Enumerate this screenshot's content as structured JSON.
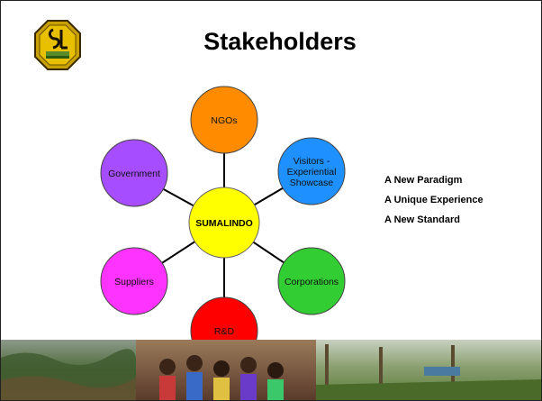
{
  "slide": {
    "title": "Stakeholders"
  },
  "diagram": {
    "center": {
      "label": "SUMALINDO",
      "color": "#ffff00"
    },
    "nodes": [
      {
        "id": "ngos",
        "lines": [
          "NGOs"
        ],
        "color": "#ff8c00"
      },
      {
        "id": "visitors",
        "lines": [
          "Visitors -",
          "Experiential",
          "Showcase"
        ],
        "color": "#1e90ff"
      },
      {
        "id": "corporations",
        "lines": [
          "Corporations"
        ],
        "color": "#32cd32"
      },
      {
        "id": "rnd",
        "lines": [
          "R&D"
        ],
        "color": "#ff0000"
      },
      {
        "id": "suppliers",
        "lines": [
          "Suppliers"
        ],
        "color": "#ff33ff"
      },
      {
        "id": "government",
        "lines": [
          "Government"
        ],
        "color": "#a64dff"
      }
    ]
  },
  "side_list": {
    "items": [
      "A New Paradigm",
      "A Unique Experience",
      "A New Standard"
    ]
  },
  "logo": {
    "text": "SL"
  }
}
